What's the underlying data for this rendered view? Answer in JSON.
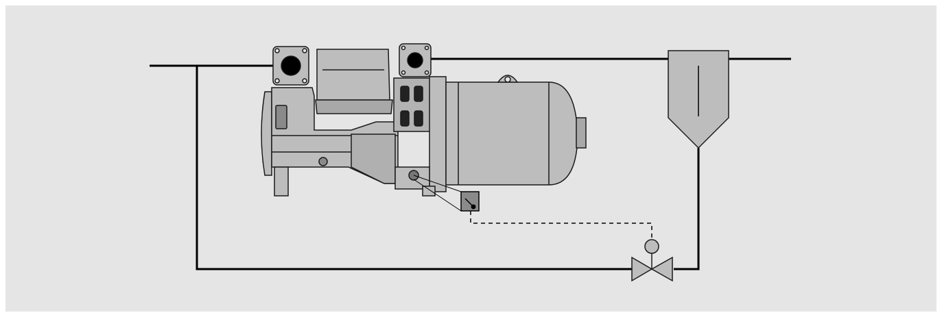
{
  "diagram": {
    "components": [
      {
        "id": "compressor",
        "label": ""
      },
      {
        "id": "motor",
        "label": ""
      },
      {
        "id": "oil-separator",
        "label": ""
      },
      {
        "id": "control-valve",
        "label": ""
      },
      {
        "id": "sensor",
        "label": ""
      }
    ],
    "colors": {
      "panel": "#e5e5e5",
      "machine": "#bdbdbd",
      "machine_dark": "#9a9a9a",
      "outline": "#1a1a1a",
      "line": "#000000"
    }
  }
}
